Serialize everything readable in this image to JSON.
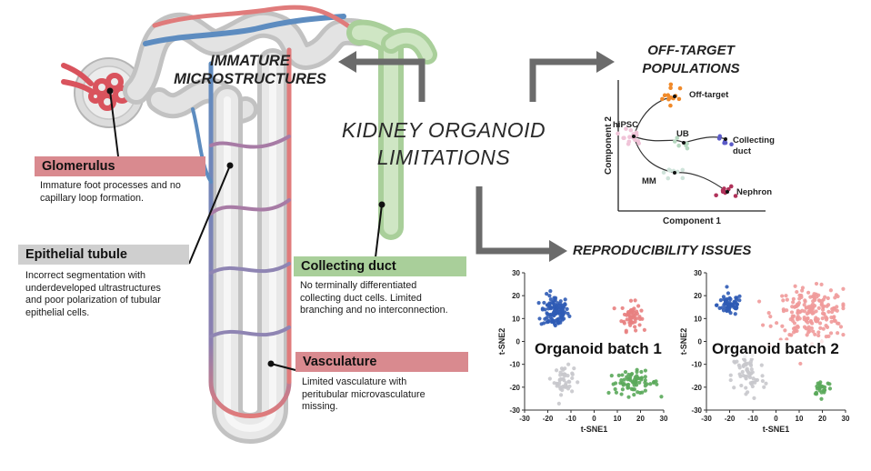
{
  "titles": {
    "immature": "IMMATURE\nMICROSTRUCTURES",
    "main": "KIDNEY ORGANOID\nLIMITATIONS",
    "off_target": "OFF-TARGET\nPOPULATIONS",
    "reproducibility": "REPRODUCIBILITY ISSUES"
  },
  "callouts": {
    "glomerulus": {
      "label": "Glomerulus",
      "desc": "Immature foot processes and no\ncapillary loop formation.",
      "color": "#d98a8f"
    },
    "epithelial": {
      "label": "Epithelial tubule",
      "desc": "Incorrect segmentation with\nunderdeveloped ultrastructures\nand poor polarization of tubular\nepithelial cells.",
      "color": "#cfcfcf"
    },
    "collecting": {
      "label": "Collecting duct",
      "desc": "No terminally differentiated\ncollecting duct cells. Limited\nbranching and no interconnection.",
      "color": "#a9cf9a"
    },
    "vasculature": {
      "label": "Vasculature",
      "desc": "Limited vasculature with\nperitubular microvasculature\nmissing.",
      "color": "#d98a8f"
    }
  },
  "trajectory": {
    "xlabel": "Component 1",
    "ylabel": "Component 2",
    "nodes": [
      "hiPSC",
      "UB",
      "MM",
      "Off-target",
      "Collecting\nduct",
      "Nephron"
    ]
  },
  "chart_data": [
    {
      "type": "scatter",
      "title": "Organoid batch 1",
      "xlabel": "t-SNE1",
      "ylabel": "t-SNE2",
      "xlim": [
        -30,
        30
      ],
      "ylim": [
        -30,
        30
      ],
      "xticks": [
        -30,
        -20,
        -10,
        0,
        10,
        20,
        30
      ],
      "yticks": [
        30,
        20,
        10,
        0,
        -10,
        -20,
        -30
      ],
      "clusters": [
        {
          "color": "#2f5bb5",
          "center": [
            -17,
            13
          ],
          "spread": [
            5,
            6
          ],
          "n": 110
        },
        {
          "color": "#e88080",
          "center": [
            16,
            11
          ],
          "spread": [
            3.5,
            5
          ],
          "n": 55
        },
        {
          "color": "#c8c8cc",
          "center": [
            -13,
            -17
          ],
          "spread": [
            3.5,
            5
          ],
          "n": 45
        },
        {
          "color": "#5aa85a",
          "center": [
            17,
            -18
          ],
          "spread": [
            9,
            4
          ],
          "n": 70
        }
      ]
    },
    {
      "type": "scatter",
      "title": "Organoid batch 2",
      "xlabel": "t-SNE1",
      "ylabel": "t-SNE2",
      "xlim": [
        -30,
        30
      ],
      "ylim": [
        -30,
        30
      ],
      "xticks": [
        -30,
        -20,
        -10,
        0,
        10,
        20,
        30
      ],
      "yticks": [
        30,
        20,
        10,
        0,
        -10,
        -20,
        -30
      ],
      "clusters": [
        {
          "color": "#2f5bb5",
          "center": [
            -20,
            16
          ],
          "spread": [
            4.5,
            4
          ],
          "n": 60
        },
        {
          "color": "#ef9a9a",
          "center": [
            15,
            12
          ],
          "spread": [
            13,
            9
          ],
          "n": 190
        },
        {
          "color": "#c8c8cc",
          "center": [
            -12,
            -15
          ],
          "spread": [
            6,
            9
          ],
          "n": 60
        },
        {
          "color": "#5aa85a",
          "center": [
            20,
            -20
          ],
          "spread": [
            3.5,
            3
          ],
          "n": 25
        }
      ]
    }
  ]
}
